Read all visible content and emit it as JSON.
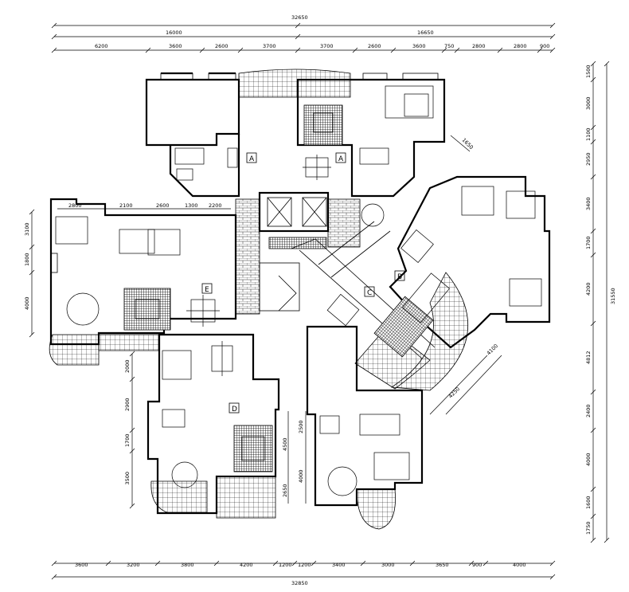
{
  "top_total": "32650",
  "top_halves": [
    "16000",
    "16650"
  ],
  "top_segments": [
    "6200",
    "3600",
    "2600",
    "3700",
    "3700",
    "2600",
    "3600",
    "750",
    "2800",
    "2800",
    "900"
  ],
  "bottom_total": "32850",
  "bottom_segments": [
    "3600",
    "3200",
    "3800",
    "4200",
    "1200",
    "1200",
    "3400",
    "3000",
    "3650",
    "900",
    "4000"
  ],
  "right_total": "31550",
  "right_segments": [
    "1500",
    "3000",
    "1100",
    "2950",
    "3400",
    "1700",
    "4200",
    "4812",
    "2400",
    "4000",
    "1600",
    "1750"
  ],
  "left_upper": [
    "3100",
    "1800",
    "4000"
  ],
  "left_lower": [
    "2000",
    "2900",
    "1700",
    "3500"
  ],
  "unit_labels": [
    "A",
    "A",
    "B",
    "C",
    "D",
    "E"
  ],
  "inner_dims": {
    "e_row": [
      "2800",
      "2100",
      "2600",
      "1300",
      "2200"
    ],
    "diag_a": "4100",
    "diag_b": "4250",
    "corner": "1650",
    "mid_vertical": [
      "4500",
      "2500",
      "2650",
      "4000"
    ]
  }
}
